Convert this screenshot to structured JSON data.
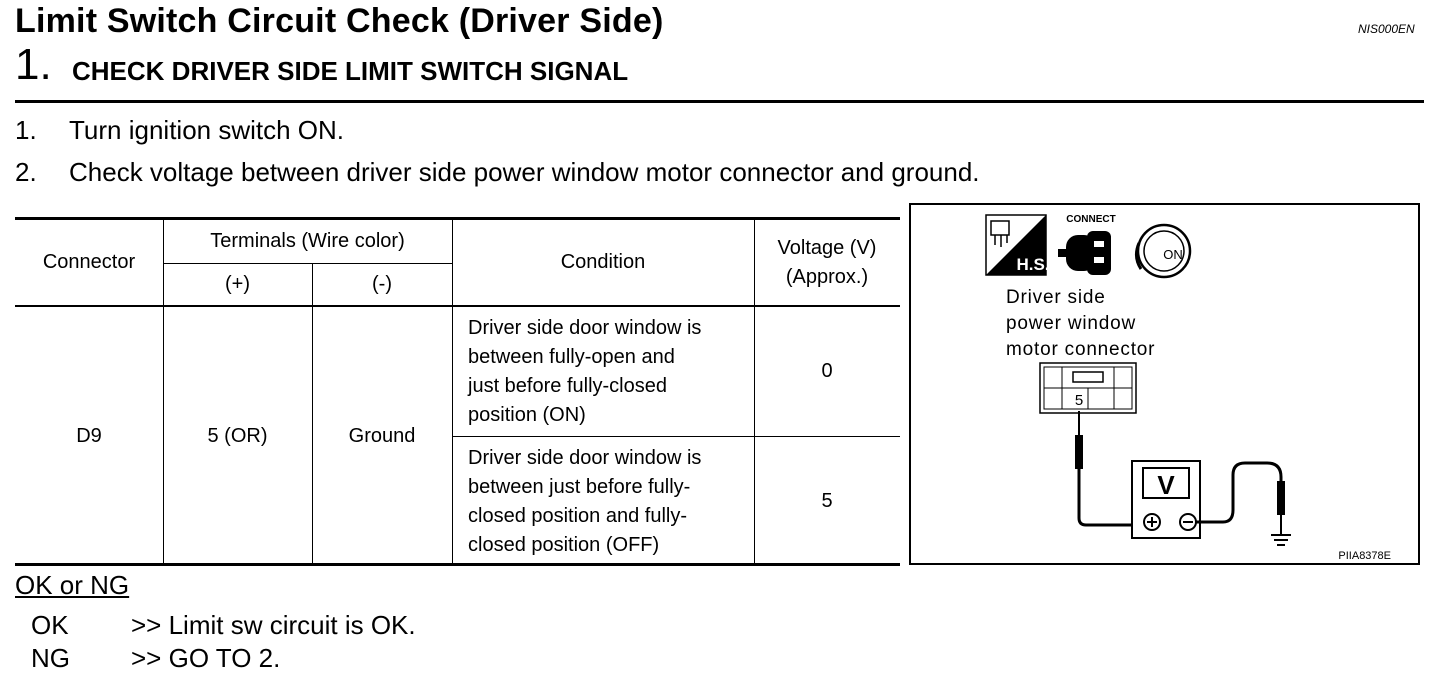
{
  "header": {
    "title": "Limit Switch Circuit Check (Driver Side)",
    "code": "NIS000EN",
    "step_number": "1.",
    "step_title": "CHECK DRIVER SIDE LIMIT SWITCH SIGNAL"
  },
  "instructions": [
    {
      "num": "1.",
      "text": "Turn ignition switch ON."
    },
    {
      "num": "2.",
      "text": "Check voltage between driver side power window motor connector and ground."
    }
  ],
  "table": {
    "headers": {
      "connector": "Connector",
      "terminals": "Terminals (Wire color)",
      "plus": "(+)",
      "minus": "(-)",
      "condition": "Condition",
      "voltage": "Voltage (V)\n(Approx.)"
    },
    "row": {
      "connector": "D9",
      "plus": "5 (OR)",
      "minus": "Ground",
      "conditions": [
        {
          "text": "Driver side door window is\nbetween fully-open and\njust before fully-closed\nposition (ON)",
          "voltage": "0"
        },
        {
          "text": "Driver side door window is\nbetween just before fully-\nclosed position and fully-\nclosed position (OFF)",
          "voltage": "5"
        }
      ]
    }
  },
  "diagram": {
    "hs_label": "H.S.",
    "connect_label": "CONNECT",
    "on_label": "ON",
    "caption": "Driver side\npower window\nmotor connector",
    "terminal": "5",
    "meter": "V",
    "figure_code": "PIIA8378E",
    "icons": [
      "harness-side-icon",
      "connect-icon",
      "ignition-on-icon",
      "voltmeter-icon",
      "ground-icon"
    ]
  },
  "result": {
    "heading": "OK or NG",
    "items": [
      {
        "key": "OK",
        "text": ">> Limit sw circuit is OK."
      },
      {
        "key": "NG",
        "text": ">> GO TO 2."
      }
    ]
  }
}
